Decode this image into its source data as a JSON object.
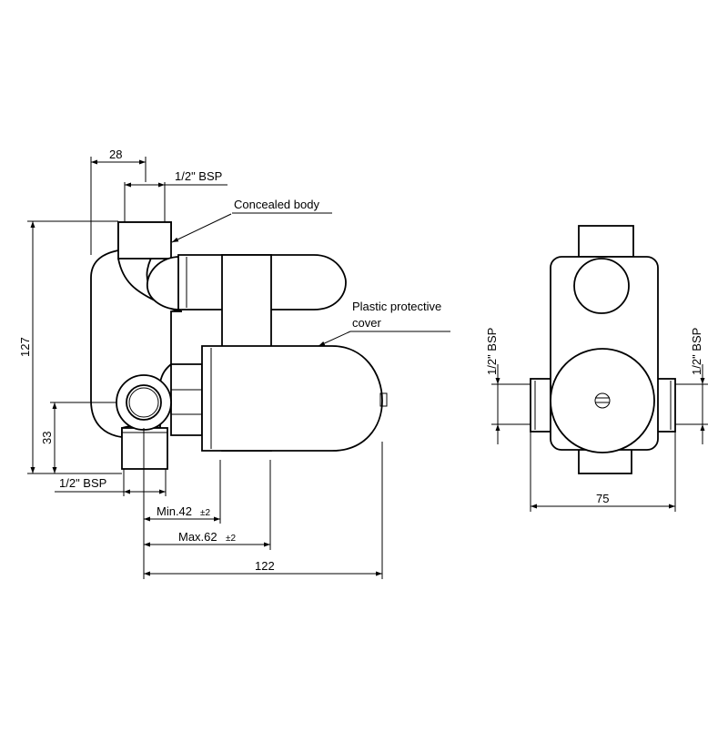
{
  "annotations": {
    "concealed_body": "Concealed body",
    "plastic_cover_line1": "Plastic protective",
    "plastic_cover_line2": "cover"
  },
  "dimensions": {
    "top_width": "28",
    "top_thread": "1/2\" BSP",
    "height_total": "127",
    "height_lower": "33",
    "bottom_thread": "1/2\" BSP",
    "min_depth": "Min.42",
    "min_tol": "±2",
    "max_depth": "Max.62",
    "max_tol": "±2",
    "total_depth": "122",
    "side_thread_left": "1/2\" BSP",
    "side_thread_right": "1/2\" BSP",
    "side_width": "75"
  }
}
